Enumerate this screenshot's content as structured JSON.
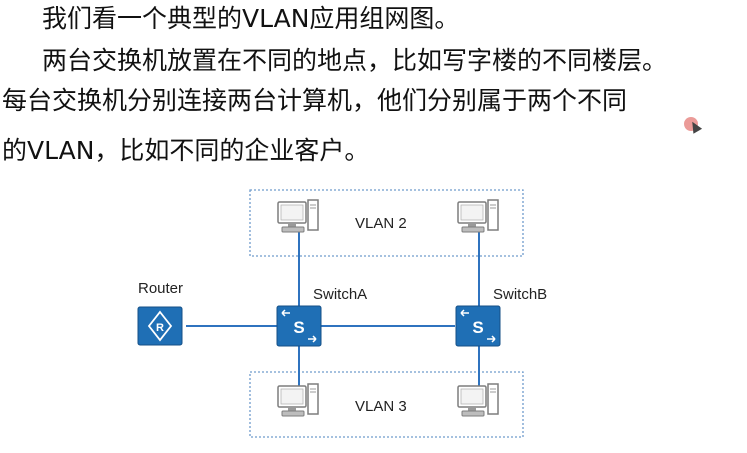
{
  "text": {
    "line1": "我们看一个典型的VLAN应用组网图。",
    "line2": "两台交换机放置在不同的地点，比如写字楼的不同楼层。",
    "line3": "每台交换机分别连接两台计算机，他们分别属于两个不同",
    "line4": "的VLAN，比如不同的企业客户。"
  },
  "diagram": {
    "router_label": "Router",
    "router_icon_letter": "R",
    "switch_a_label": "SwitchA",
    "switch_b_label": "SwitchB",
    "switch_icon_letter": "S",
    "vlan_top_label": "VLAN 2",
    "vlan_bottom_label": "VLAN 3"
  },
  "colors": {
    "device_blue": "#1f6fb5",
    "link_blue": "#2f73bf",
    "box_border": "#6f9ccc",
    "pc_gray": "#8a8a8a"
  }
}
